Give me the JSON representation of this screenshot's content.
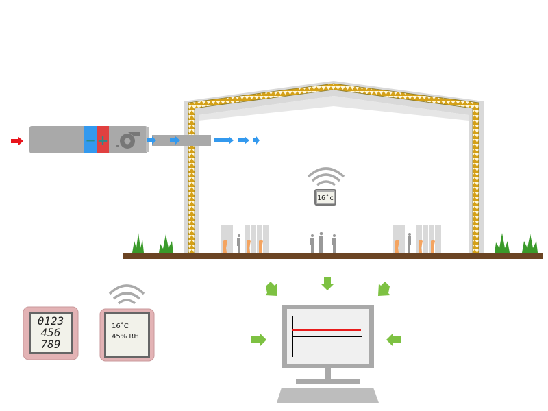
{
  "title": "Warehouse climate monitoring diagram",
  "colors": {
    "wall": "#d9d9d9",
    "insulation": "#d4a017",
    "ground": "#6b4423",
    "grass": "#3a9a2a",
    "air_in": "#e8141c",
    "air_flow": "#3399ee",
    "unit_body": "#a9a9a9",
    "cooler": "#3399ee",
    "heater": "#e04040",
    "arrow_green": "#7dc142",
    "people": "#999999",
    "products": "#f4a460",
    "screen_line_red": "#e81c1c"
  },
  "hvac_unit": {
    "cooler_symbol": "−",
    "heater_symbol": "+",
    "fan_icon": "fan"
  },
  "room_sensor": {
    "reading": "16˚c"
  },
  "logger_display": {
    "rows": [
      "0123",
      "456",
      "789"
    ]
  },
  "wireless_sensor": {
    "temperature": "16˚C",
    "humidity": "45% RH"
  },
  "computer": {
    "chart_lines": [
      "red",
      "black"
    ]
  }
}
